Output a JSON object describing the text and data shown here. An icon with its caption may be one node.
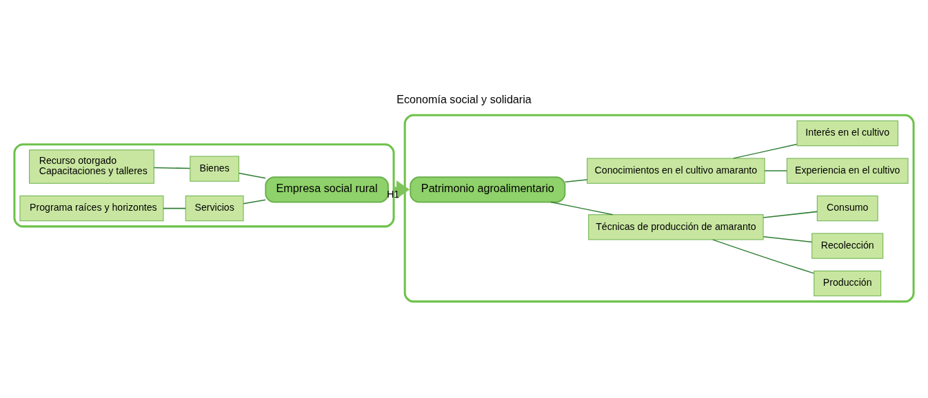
{
  "diagram": {
    "title": "Economía social y solidaria",
    "nodes": [
      {
        "text": [],
        "shape": "box"
      },
      {
        "text": [],
        "shape": "box"
      },
      {
        "text": [
          "Recurso otorgado",
          "Capacitaciones y talleres"
        ],
        "in": 0
      },
      {
        "text": [
          "Bienes"
        ],
        "in": 0
      },
      {
        "text": [
          "Programa raíces y horizontes"
        ],
        "in": 0
      },
      {
        "text": [
          "Servicios"
        ],
        "in": 0
      },
      {
        "text": [
          "Empresa social rural"
        ],
        "in": 0
      },
      {
        "text": [
          "Patrimonio agroalimentario"
        ],
        "in": 1
      },
      {
        "text": [
          "Técnicas de producción de amaranto"
        ],
        "in": 1
      },
      {
        "text": [
          "Producción"
        ],
        "in": 1
      },
      {
        "text": [
          "Recolección"
        ],
        "in": 1
      },
      {
        "text": [
          "Consumo"
        ],
        "in": 1
      },
      {
        "text": [
          "Conocimientos en el cultivo amaranto"
        ],
        "in": 1
      },
      {
        "text": [
          "Experiencia en el cultivo"
        ],
        "in": 1
      },
      {
        "text": [
          "Interés en el cultivo"
        ],
        "in": 1
      }
    ],
    "edges": [
      {
        "from": 2,
        "to": 3,
        "arrow": "none"
      },
      {
        "from": 4,
        "to": 5,
        "arrow": "none"
      },
      {
        "from": 3,
        "to": 6,
        "arrow": "none"
      },
      {
        "from": 5,
        "to": 6,
        "arrow": "none"
      },
      {
        "from": 0,
        "to": 1,
        "arrow": "to",
        "style": "thick",
        "label": "H1"
      },
      {
        "from": 7,
        "to": 8,
        "arrow": "none"
      },
      {
        "from": 7,
        "to": 12,
        "arrow": "none"
      },
      {
        "from": 8,
        "to": 9,
        "arrow": "none"
      },
      {
        "from": 8,
        "to": 10,
        "arrow": "none"
      },
      {
        "from": 8,
        "to": 11,
        "arrow": "none"
      },
      {
        "from": 12,
        "to": 13,
        "arrow": "none"
      },
      {
        "from": 12,
        "to": 14,
        "arrow": "none"
      }
    ]
  }
}
